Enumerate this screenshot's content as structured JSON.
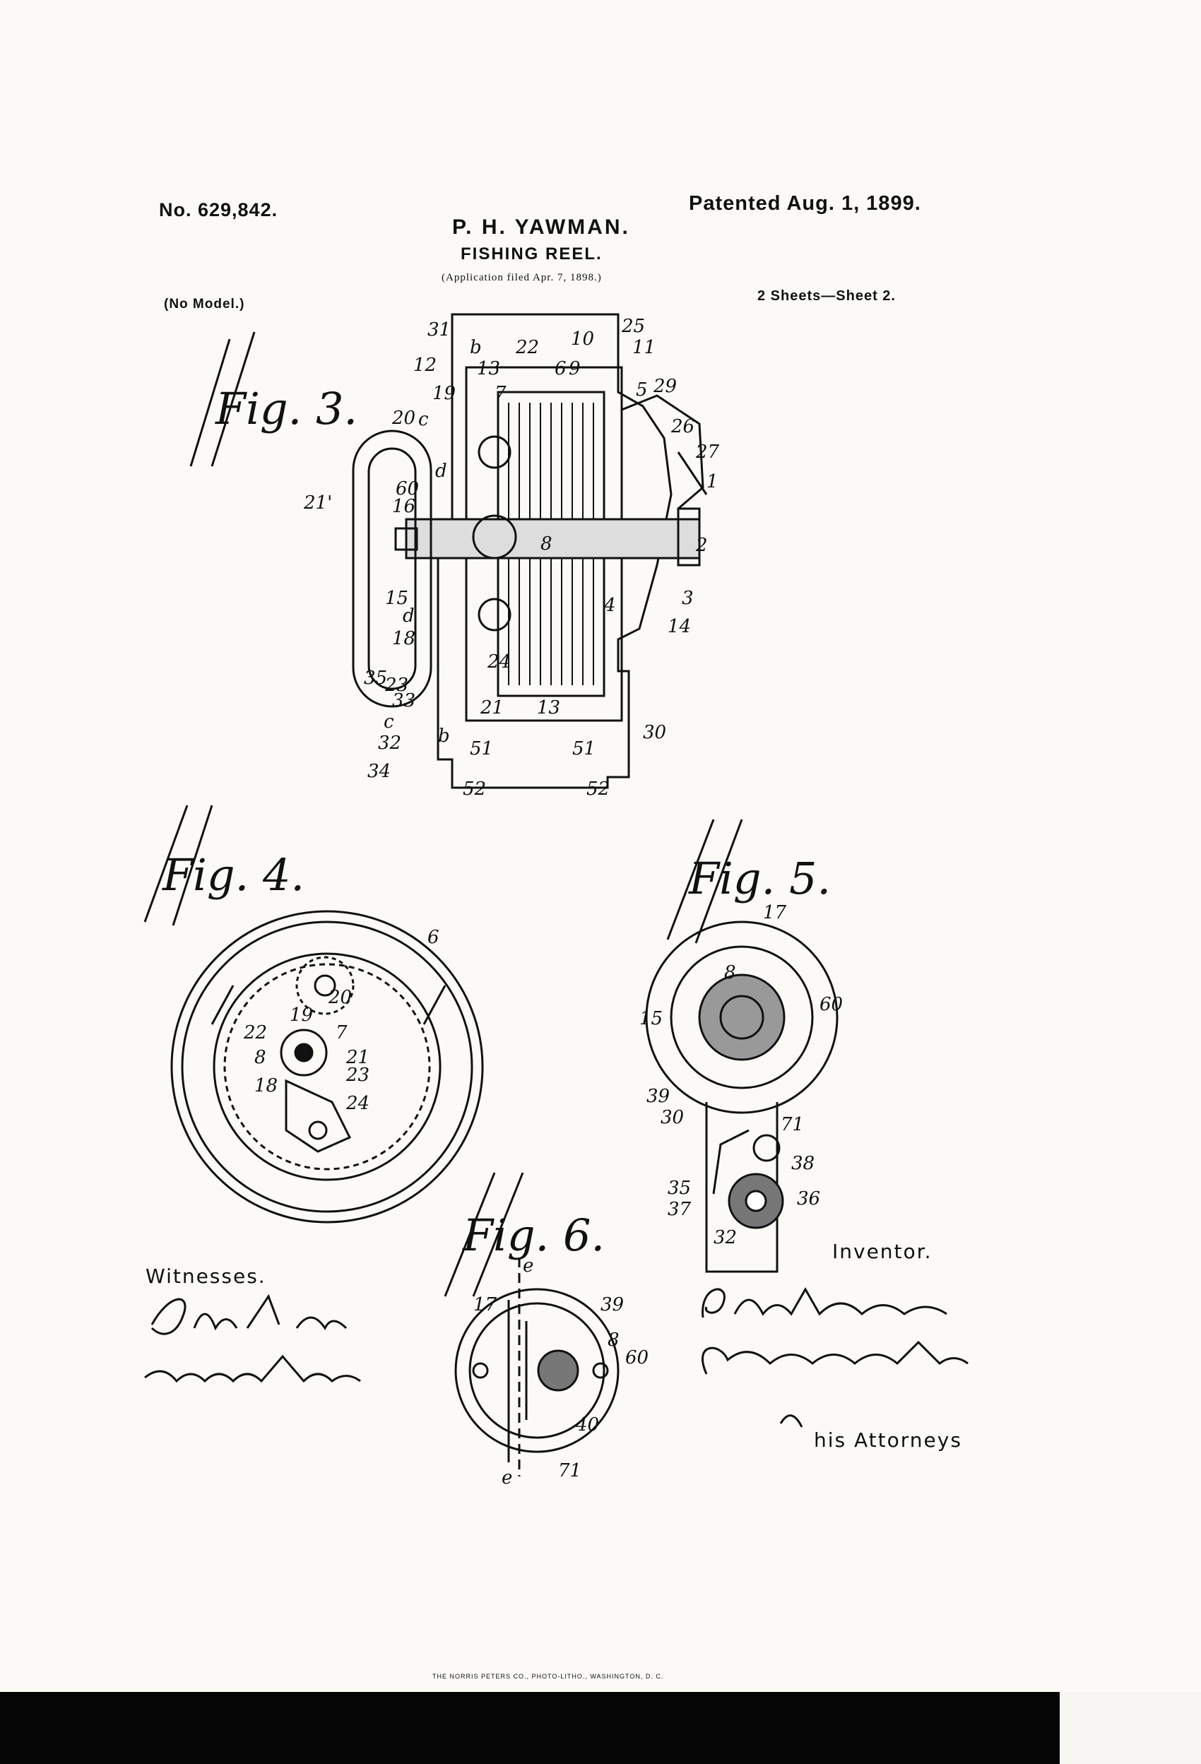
{
  "patent": {
    "number": "No. 629,842.",
    "patented": "Patented Aug. 1, 1899.",
    "inventor": "P. H. YAWMAN.",
    "title": "FISHING REEL.",
    "filed": "(Application filed Apr. 7, 1898.)",
    "model": "(No Model.)",
    "sheets": "2 Sheets—Sheet 2."
  },
  "figures": {
    "fig3": "Fig. 3.",
    "fig4": "Fig. 4.",
    "fig5": "Fig. 5.",
    "fig6": "Fig. 6."
  },
  "fig3_labels": [
    "31",
    "b",
    "22",
    "10",
    "25",
    "11",
    "12",
    "13",
    "6",
    "9",
    "5",
    "29",
    "19",
    "7",
    "20",
    "c",
    "26",
    "27",
    "1",
    "60",
    "d",
    "16",
    "21'",
    "8",
    "2",
    "15",
    "3",
    "14",
    "4",
    "d",
    "18",
    "24",
    "35",
    "23",
    "33",
    "c",
    "21",
    "13",
    "32",
    "b",
    "51",
    "51",
    "30",
    "34",
    "52",
    "52"
  ],
  "fig4_labels": [
    "6",
    "20",
    "19",
    "7",
    "22",
    "21",
    "8",
    "23",
    "18",
    "24"
  ],
  "fig5_labels": [
    "17",
    "8",
    "60",
    "15",
    "39",
    "30",
    "71",
    "38",
    "35",
    "37",
    "36",
    "32"
  ],
  "fig6_labels": [
    "e",
    "17",
    "39",
    "8",
    "60",
    "40",
    "71",
    "e"
  ],
  "signatures": {
    "witnesses_label": "Witnesses.",
    "witness1": "Chas. F. Logan.",
    "witness2": "Lewillard Rich.",
    "inventor_label": "Inventor.",
    "inventor_sig": "Philip H. Yawman",
    "attorney_sig": "by Church & Church",
    "attorneys_label": "his Attorneys"
  },
  "footer": "THE NORRIS PETERS CO., PHOTO-LITHO., WASHINGTON, D. C."
}
